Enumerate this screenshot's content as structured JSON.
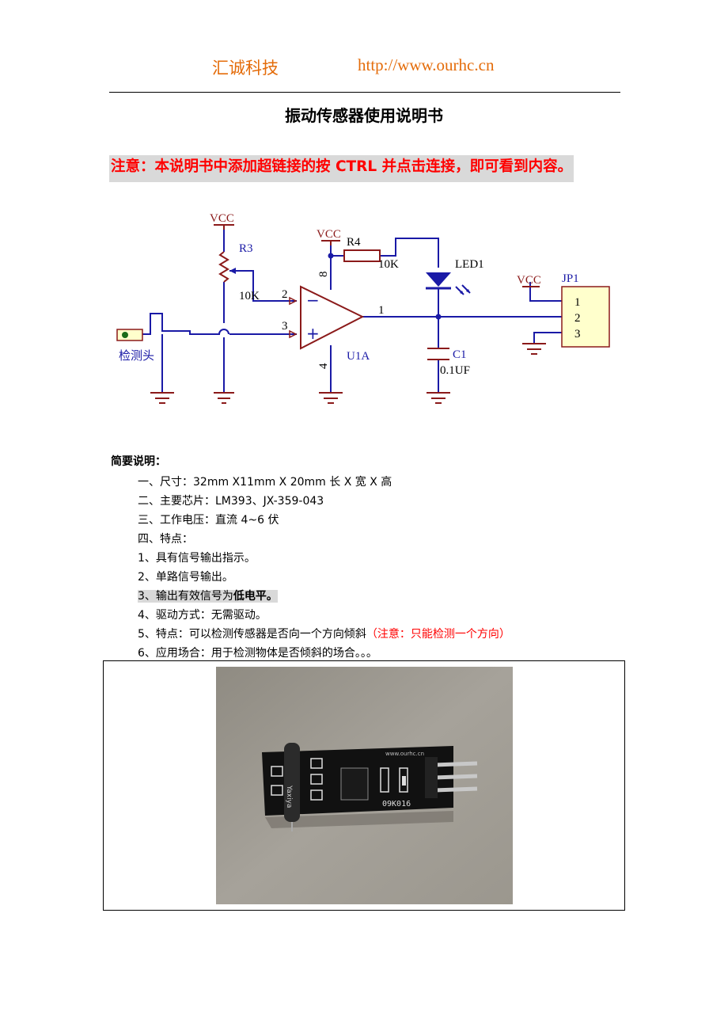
{
  "header": {
    "company": "汇诚科技",
    "url": "http://www.ourhc.cn"
  },
  "title": "振动传感器使用说明书",
  "notice": "注意：本说明书中添加超链接的按 CTRL 并点击连接，即可看到内容。",
  "schematic": {
    "labels": {
      "vcc1": "VCC",
      "vcc2": "VCC",
      "vcc3": "VCC",
      "r3": "R3",
      "r3_val": "10K",
      "r4": "R4",
      "r4_val": "10K",
      "led": "LED1",
      "jp": "JP1",
      "jp_pin1": "1",
      "jp_pin2": "2",
      "jp_pin3": "3",
      "pin2": "2",
      "pin3": "3",
      "pin8": "8",
      "pin4": "4",
      "pin1": "1",
      "minus": "−",
      "plus": "+",
      "u1a": "U1A",
      "c1": "C1",
      "c1_val": "0.1UF",
      "probe": "检测头"
    },
    "colors": {
      "wire": "#1a1aa6",
      "component": "#8b1a1a",
      "label_blue": "#1a1aa6",
      "jp_fill": "#ffffcc"
    }
  },
  "description": {
    "heading": "简要说明：",
    "lines": [
      "一、尺寸：32mm X11mm X 20mm    长 X 宽 X 高",
      "二、主要芯片：LM393、JX-359-043",
      "三、工作电压：直流 4~6 伏",
      "四、特点：",
      "1、具有信号输出指示。",
      "2、单路信号输出。"
    ],
    "line7_prefix": "3、输出有效信号为",
    "line7_bold": "低电平。",
    "line8": "4、驱动方式：无需驱动。",
    "line9_prefix": "5、特点：可以检测传感器是否向一个方向倾斜",
    "line9_red": "（注意：只能检测一个方向）",
    "line10": "6、应用场合：用于检测物体是否倾斜的场合。。。"
  },
  "photo": {
    "board_text_left": "Yaxiya",
    "board_text_code": "09K016",
    "board_text_top": "www.ourhc.cn"
  }
}
